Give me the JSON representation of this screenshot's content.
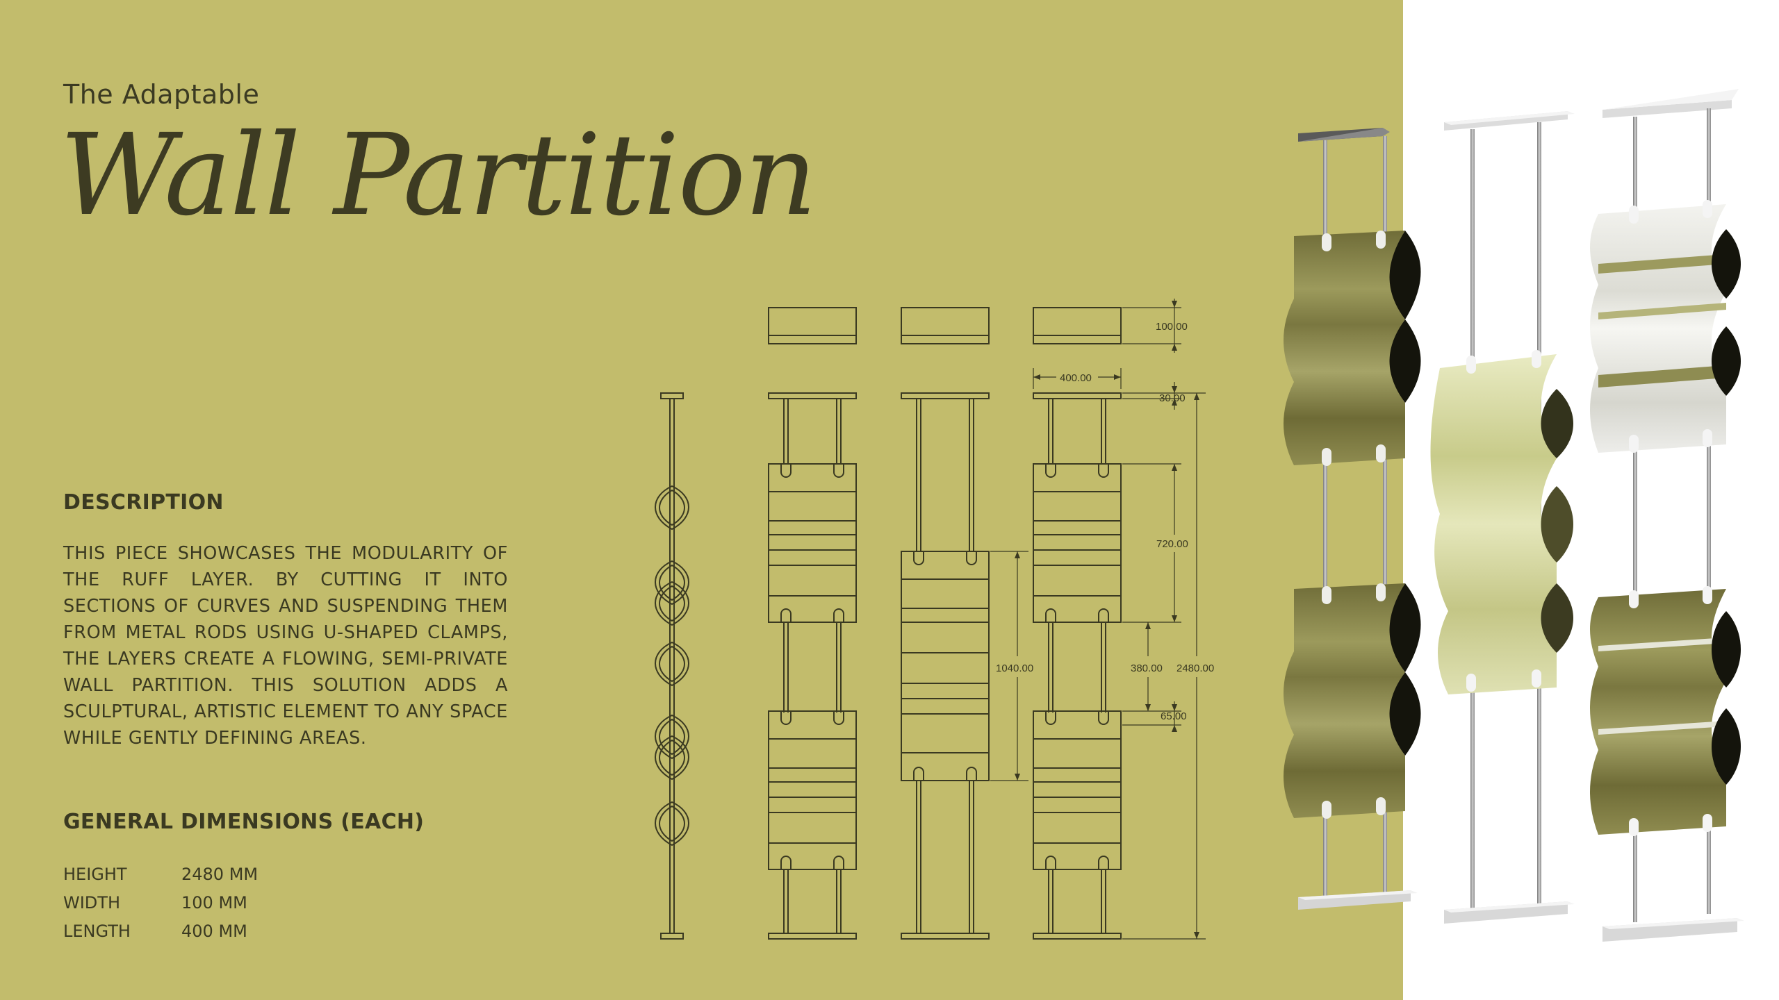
{
  "header": {
    "pre_title": "The Adaptable",
    "title": "Wall Partition"
  },
  "description": {
    "heading": "DESCRIPTION",
    "body": "THIS PIECE SHOWCASES THE MODULARITY OF THE RUFF LAYER. BY CUTTING IT INTO SECTIONS OF CURVES AND SUSPENDING THEM FROM METAL RODS USING U-SHAPED CLAMPS, THE LAYERS CREATE A FLOWING, SEMI-PRIVATE WALL PARTITION. THIS SOLUTION ADDS A SCULPTURAL, ARTISTIC ELEMENT TO ANY SPACE WHILE GENTLY DEFINING AREAS."
  },
  "dimensions": {
    "heading": "GENERAL DIMENSIONS (EACH)",
    "rows": [
      {
        "label": "HEIGHT",
        "value": "2480 MM"
      },
      {
        "label": "WIDTH",
        "value": "100 MM"
      },
      {
        "label": "LENGTH",
        "value": "400 MM"
      }
    ]
  },
  "drawing_labels": {
    "d100": "100.00",
    "d400": "400.00",
    "d30": "30.00",
    "d720": "720.00",
    "d1040": "1040.00",
    "d380": "380.00",
    "d2480": "2480.00",
    "d65": "65.00"
  },
  "colors": {
    "background": "#c2bc6c",
    "ink": "#3a3921",
    "panel_olive": "#8a8748",
    "panel_pale": "#d9dba6",
    "panel_white": "#eeeeea"
  }
}
